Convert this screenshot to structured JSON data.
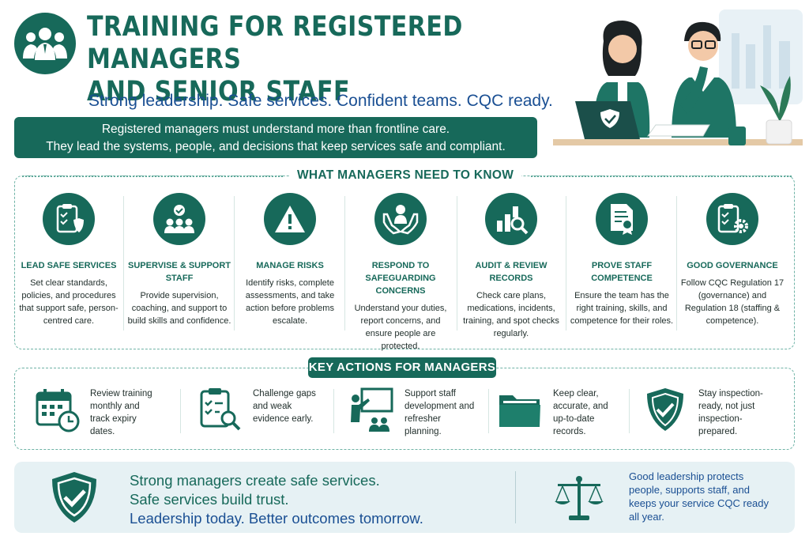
{
  "header": {
    "title_line1": "TRAINING FOR REGISTERED MANAGERS",
    "title_line2": "AND SENIOR STAFF",
    "subtitle": "Strong leadership. Safe services. Confident teams. CQC ready.",
    "intro_line1": "Registered managers must understand more than frontline care.",
    "intro_line2": "They lead the systems, people, and decisions that keep services safe and compliant."
  },
  "know": {
    "heading": "WHAT MANAGERS NEED TO KNOW",
    "items": [
      {
        "icon": "clipboard-shield-icon",
        "title": "LEAD SAFE SERVICES",
        "desc": "Set clear standards, policies, and procedures that support safe, person-centred care."
      },
      {
        "icon": "team-check-icon",
        "title": "SUPERVISE & SUPPORT STAFF",
        "desc": "Provide supervision, coaching, and support to build skills and confidence."
      },
      {
        "icon": "warning-icon",
        "title": "MANAGE RISKS",
        "desc": "Identify risks, complete assessments, and take action before problems escalate."
      },
      {
        "icon": "hands-person-icon",
        "title": "RESPOND TO SAFEGUARDING CONCERNS",
        "desc": "Understand your duties, report concerns, and ensure people are protected."
      },
      {
        "icon": "chart-magnifier-icon",
        "title": "AUDIT & REVIEW RECORDS",
        "desc": "Check care plans, medications, incidents, training, and spot checks regularly."
      },
      {
        "icon": "certificate-icon",
        "title": "PROVE STAFF COMPETENCE",
        "desc": "Ensure the team has the right training, skills, and competence for their roles."
      },
      {
        "icon": "clipboard-gear-icon",
        "title": "GOOD GOVERNANCE",
        "desc": "Follow CQC Regulation 17 (governance) and Regulation 18 (staffing & competence)."
      }
    ]
  },
  "actions": {
    "heading": "KEY ACTIONS FOR MANAGERS",
    "items": [
      {
        "icon": "calendar-clock-icon",
        "text": "Review training monthly and track expiry dates."
      },
      {
        "icon": "clipboard-search-icon",
        "text": "Challenge gaps and weak evidence early."
      },
      {
        "icon": "presentation-icon",
        "text": "Support staff development and refresher planning."
      },
      {
        "icon": "folder-icon",
        "text": "Keep clear, accurate, and up-to-date records."
      },
      {
        "icon": "shield-check-icon",
        "text": "Stay inspection-ready, not just inspection-prepared."
      }
    ]
  },
  "footer": {
    "line1": "Strong managers create safe services.",
    "line2": "Safe services build trust.",
    "line3": "Leadership today. Better outcomes tomorrow.",
    "right_text": "Good leadership protects people, supports staff, and keeps your service CQC ready all year."
  },
  "colors": {
    "primary": "#17695a",
    "navy": "#1a4f93",
    "footer_bg": "#e6f1f4"
  }
}
